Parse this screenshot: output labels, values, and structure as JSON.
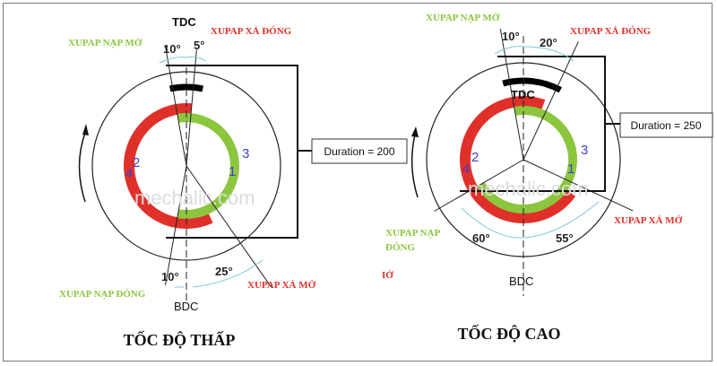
{
  "left": {
    "tdc": "TDC",
    "bdc": "BDC",
    "intake_open": "XUPAP NẠP MỞ",
    "exhaust_close": "XUPAP XẢ ĐÓNG",
    "exhaust_open": "XUPAP XẢ MỞ",
    "intake_close": "XUPAP NẠP ĐÓNG",
    "angle_intake_open": "10°",
    "angle_exhaust_close": "5°",
    "angle_intake_close": "10°",
    "angle_exhaust_open": "25°",
    "duration": "Duration = 200",
    "num2": "2",
    "num3": "3",
    "num4": "4",
    "num1": "1",
    "watermark": "mechalic.com",
    "title": "TỐC ĐỘ THẤP"
  },
  "right": {
    "tdc": "TDC",
    "bdc": "BDC",
    "intake_open": "XUPAP NẠP MỞ",
    "exhaust_close": "XUPAP XẢ ĐÓNG",
    "exhaust_open": "XUPAP XẢ MỞ",
    "intake_close_1": "XUPAP NẠP",
    "intake_close_2": "ĐÓNG",
    "angle_intake_open": "10°",
    "angle_exhaust_close": "20°",
    "angle_intake_close": "60°",
    "angle_exhaust_open": "55°",
    "duration": "Duration = 250",
    "num2": "2",
    "num3": "3",
    "num4": "4",
    "num1": "1",
    "watermark": "mechalic.com",
    "fragment": "IỞ",
    "title": "TỐC ĐỘ CAO"
  },
  "colors": {
    "intake": "#8cc63f",
    "exhaust": "#e0302a",
    "dim": "#7ec8d8"
  }
}
